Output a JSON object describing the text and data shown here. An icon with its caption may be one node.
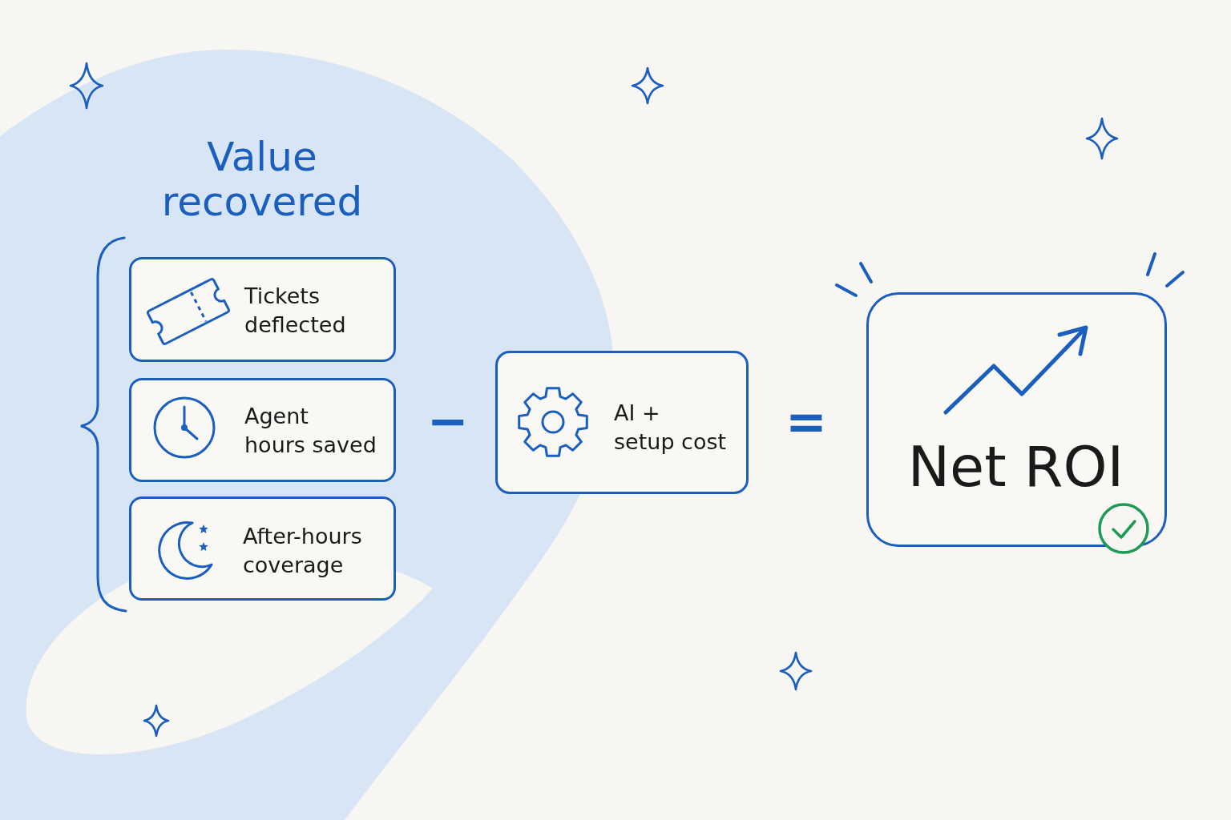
{
  "diagram": {
    "nodes": [
      {
        "text": [
          "Tickets deflected"
        ]
      },
      {
        "text": [
          "Agent hours saved"
        ]
      },
      {
        "text": [
          "After-hours coverage"
        ]
      },
      {
        "text": [
          "AI + setup cost"
        ]
      },
      {
        "text": [
          "Net ROI"
        ]
      }
    ],
    "labels": [
      "Value recovered",
      "−",
      "="
    ]
  }
}
